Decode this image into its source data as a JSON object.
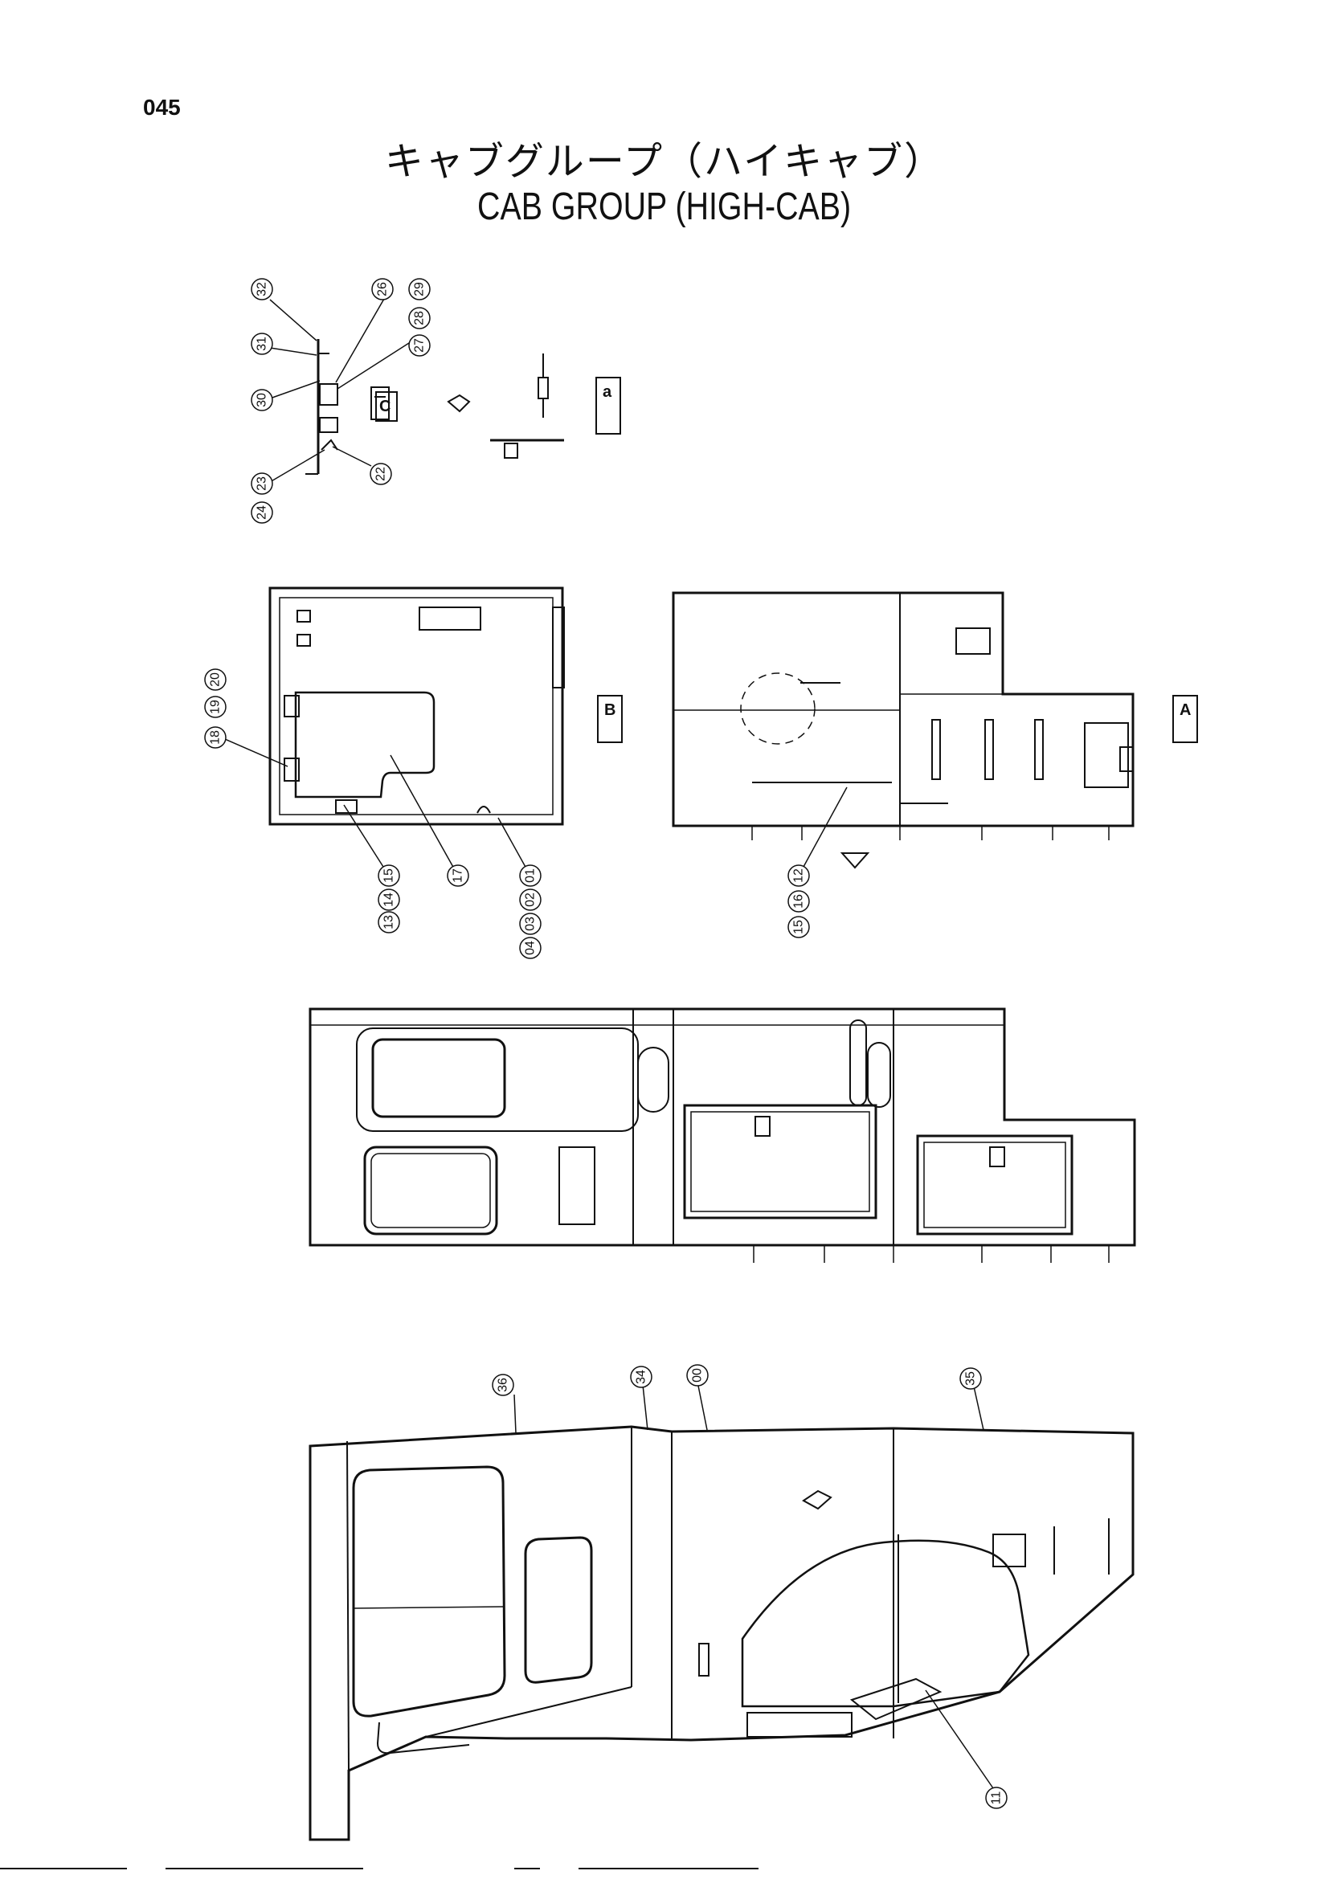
{
  "page": {
    "number": "045"
  },
  "title": {
    "japanese": "キャブグループ（ハイキャブ）",
    "english": "CAB GROUP (HIGH-CAB)"
  },
  "detail_labels": {
    "c": "C",
    "a_small": "a",
    "b": "B",
    "a": "A"
  },
  "callouts": {
    "detail_c": [
      "32",
      "31",
      "30",
      "24",
      "23",
      "26",
      "29",
      "28",
      "27",
      "22"
    ],
    "view_b": [
      "18",
      "19",
      "20",
      "13",
      "14",
      "15",
      "17",
      "01",
      "02",
      "03",
      "04"
    ],
    "view_a": [
      "12",
      "16",
      "15"
    ],
    "iso": [
      "36",
      "34",
      "00",
      "35",
      "11"
    ]
  }
}
